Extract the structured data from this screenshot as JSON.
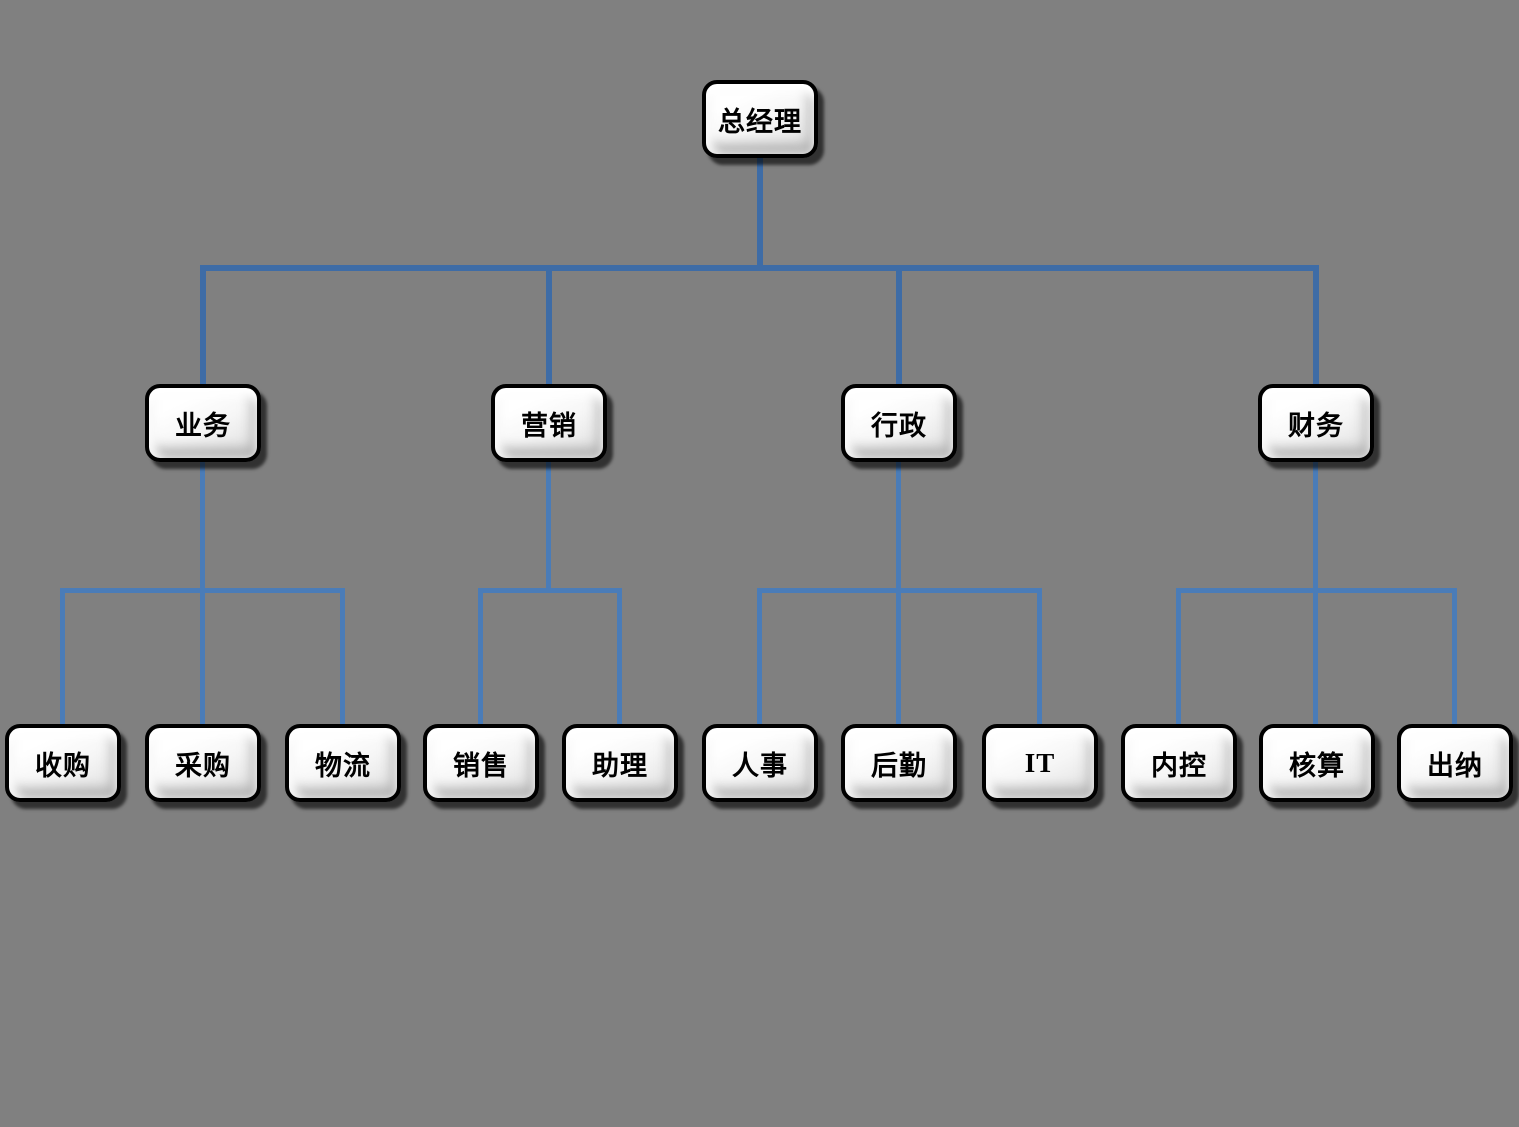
{
  "org_chart": {
    "type": "organization-chart",
    "root": {
      "label": "总经理"
    },
    "departments": [
      {
        "label": "业务",
        "children": [
          {
            "label": "收购"
          },
          {
            "label": "采购"
          },
          {
            "label": "物流"
          }
        ]
      },
      {
        "label": "营销",
        "children": [
          {
            "label": "销售"
          },
          {
            "label": "助理"
          }
        ]
      },
      {
        "label": "行政",
        "children": [
          {
            "label": "人事"
          },
          {
            "label": "后勤"
          },
          {
            "label": "IT"
          }
        ]
      },
      {
        "label": "财务",
        "children": [
          {
            "label": "内控"
          },
          {
            "label": "核算"
          },
          {
            "label": "出纳"
          }
        ]
      }
    ],
    "colors": {
      "background": "#808080",
      "connector_level1": "#3e6ca6",
      "connector_level2": "#4a7cb8",
      "node_fill": "#ffffff",
      "node_border": "#000000",
      "node_text": "#000000"
    }
  }
}
